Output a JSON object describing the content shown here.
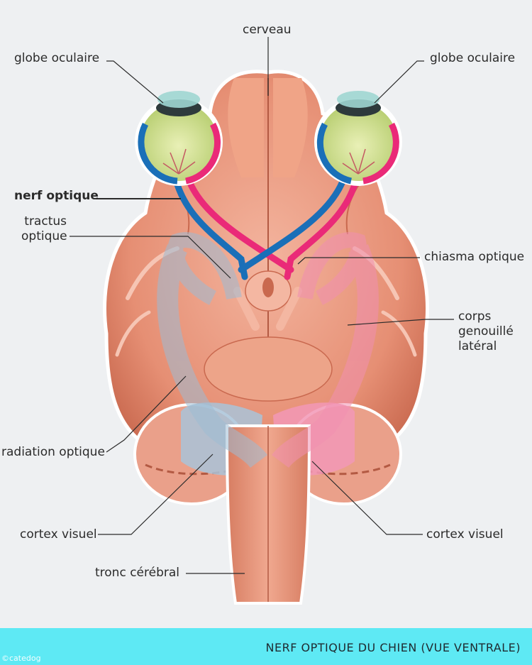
{
  "labels": {
    "cerveau": "cerveau",
    "globe_left": "globe oculaire",
    "globe_right": "globe oculaire",
    "nerf_optique": "nerf optique",
    "tractus_optique": "tractus\noptique",
    "chiasma_optique": "chiasma optique",
    "corps_genouille": "corps\ngenouillé\nlatéral",
    "radiation_optique": "radiation optique",
    "cortex_left": "cortex visuel",
    "cortex_right": "cortex visuel",
    "tronc_cerebral": "tronc cérébral"
  },
  "footer": {
    "title": "NERF OPTIQUE DU CHIEN (VUE VENTRALE)",
    "credit": "©catedog"
  },
  "colors": {
    "background": "#eef0f2",
    "brain": "#e9997f",
    "brain_dark": "#c9694f",
    "nerve_blue": "#1a6fb8",
    "nerve_pink": "#ea2a78",
    "eye_green": "#d6e39c",
    "footer_band": "#5ee9f4"
  }
}
